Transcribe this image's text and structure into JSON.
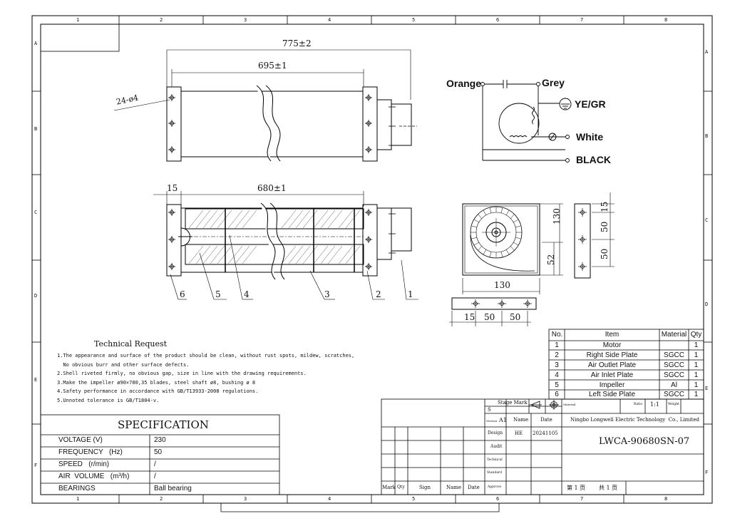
{
  "border": {
    "columns": [
      "1",
      "2",
      "3",
      "4",
      "5",
      "6",
      "7",
      "8"
    ],
    "rows": [
      "A",
      "B",
      "C",
      "D",
      "E",
      "F"
    ]
  },
  "dimensions": {
    "overall": "775±2",
    "inner": "695±1",
    "holes": "24-ø4",
    "front_length": "680±1",
    "front_offset": "15",
    "side_130_h": "130",
    "side_52": "52",
    "side_130_w": "130",
    "bottom_15": "15",
    "bottom_50a": "50",
    "bottom_50b": "50",
    "right_15": "15",
    "right_50a": "50",
    "right_50b": "50"
  },
  "callouts": [
    "6",
    "5",
    "4",
    "3",
    "2",
    "1"
  ],
  "wiring": {
    "orange": "Orange",
    "grey": "Grey",
    "yegr": "YE/GR",
    "white": "White",
    "black": "BLACK"
  },
  "technical_request": {
    "title": "Technical Request",
    "lines": [
      "1.The appearance and surface of the product should be clean, without rust spots, mildew, scratches,",
      "  No obvious burr and other surface defects.",
      "2.Shell riveted firmly, no obvious gap, size in line with the drawing requirements.",
      "3.Make the impeller ø90×780,35 blades, steel shaft ø8, bushing ø 8",
      "4.Safety performance in accordance with GB/T13933-2008 regulations.",
      "5.Unnoted tolerance is GB/T1804-v."
    ]
  },
  "specification": {
    "title": "SPECIFICATION",
    "rows": [
      {
        "label": "VOLTAGE (V)",
        "value": "230"
      },
      {
        "label": "FREQUENCY   (Hz)",
        "value": "50"
      },
      {
        "label": "SPEED   (r/min)",
        "value": "/"
      },
      {
        "label": "AIR  VOLUME   (m³/h)",
        "value": "/"
      },
      {
        "label": "BEARINGS",
        "value": "Ball bearing"
      }
    ]
  },
  "bom": {
    "headers": {
      "no": "No.",
      "item": "Item",
      "material": "Material",
      "qty": "Qty"
    },
    "rows": [
      {
        "no": "1",
        "item": "Motor",
        "material": "",
        "qty": "1"
      },
      {
        "no": "2",
        "item": "Right Side Plate",
        "material": "SGCC",
        "qty": "1"
      },
      {
        "no": "3",
        "item": "Air Outlet Plate",
        "material": "SGCC",
        "qty": "1"
      },
      {
        "no": "4",
        "item": "Air Inlet Plate",
        "material": "SGCC",
        "qty": "1"
      },
      {
        "no": "5",
        "item": "Impeller",
        "material": "Al",
        "qty": "1"
      },
      {
        "no": "6",
        "item": "Left Side Plate",
        "material": "SGCC",
        "qty": "1"
      }
    ]
  },
  "title_block": {
    "stage_mark": "Stage Mark",
    "s": "S",
    "version": "Version",
    "a1": "A1",
    "name": "Name",
    "date": "Date",
    "design": "Design",
    "designer": "HE",
    "design_date": "20241105",
    "audit": "Audit",
    "technical": "Technical",
    "standard": "Standard",
    "approve": "Approve",
    "material": "Material",
    "ratio": "Ratio",
    "ratio_value": "1:1",
    "weight": "Weight",
    "company": "Ningbo Longwell Electric Technology  Co., Limited",
    "drawing_no": "LWCA-90680SN-07",
    "page": "第 1 页",
    "total": "共 1 页",
    "bottom_cols": [
      "Mark",
      "Qty",
      "Sign",
      "Name",
      "Date"
    ]
  }
}
